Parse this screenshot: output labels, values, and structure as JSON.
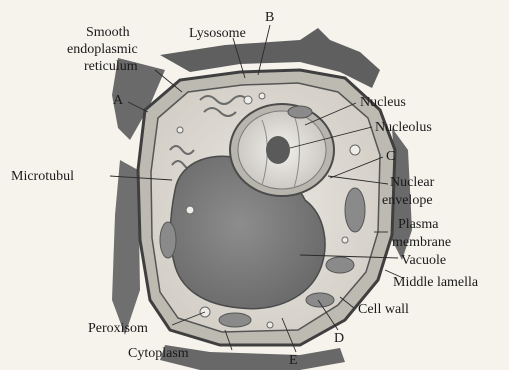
{
  "labels": {
    "smooth_er_line1": "Smooth",
    "smooth_er_line2": "endoplasmic",
    "smooth_er_line3": "reticulum",
    "lysosome": "Lysosome",
    "b": "B",
    "a": "A",
    "nucleus": "Nucleus",
    "nucleolus": "Nucleolus",
    "c": "C",
    "microtubul": "Microtubul",
    "nuclear_envelope_line1": "Nuclear",
    "nuclear_envelope_line2": "envelope",
    "plasma_membrane_line1": "Plasma",
    "plasma_membrane_line2": "membrane",
    "vacuole": "Vacuole",
    "middle_lamella": "Middle lamella",
    "cell_wall": "Cell wall",
    "d": "D",
    "peroxisom": "Peroxisom",
    "cytoplasm": "Cytoplasm",
    "e": "E"
  }
}
